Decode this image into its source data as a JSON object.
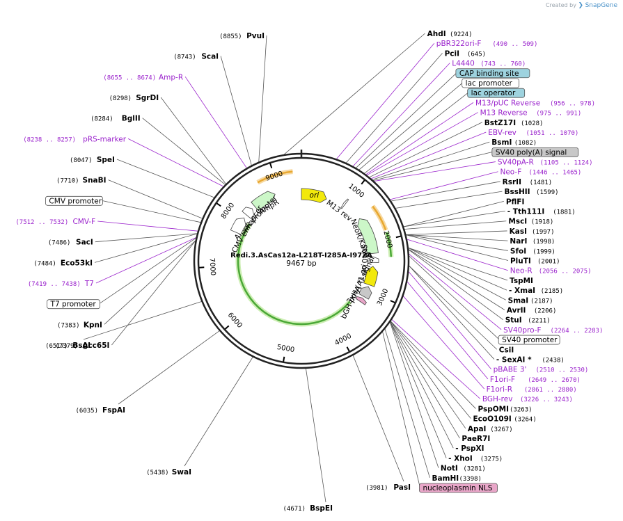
{
  "app": {
    "created_by": "Created by",
    "brand": "SnapGene"
  },
  "plasmid": {
    "name": "Redi.3.AsCas12a-L218T-I285A-I972A",
    "size_label": "9467 bp",
    "length": 9467
  },
  "colors": {
    "backbone": "#222222",
    "enzyme_line": "#555555",
    "primer": "#9a22cc",
    "feature_green": "#4aa836",
    "origin": "#f2e90c",
    "promoter_fill": "#ffffff",
    "marker_fill": "#ccf7c8",
    "orange": "#e8a830",
    "cyan_box": "#9ed3df",
    "pink_box": "#e8a6c8",
    "gray_box": "#c8c8c8"
  },
  "ticks": [
    {
      "label": "1000",
      "pos": 1000
    },
    {
      "label": "2000",
      "pos": 2000
    },
    {
      "label": "3000",
      "pos": 3000
    },
    {
      "label": "4000",
      "pos": 4000
    },
    {
      "label": "5000",
      "pos": 5000
    },
    {
      "label": "6000",
      "pos": 6000
    },
    {
      "label": "7000",
      "pos": 7000
    },
    {
      "label": "8000",
      "pos": 8000
    },
    {
      "label": "9000",
      "pos": 9000
    }
  ],
  "labels": [
    {
      "name": "AhdI",
      "pos": "(9224)",
      "type": "enzyme",
      "bp": 9224
    },
    {
      "name": "PvuI",
      "pos": "(8855)",
      "type": "enzyme",
      "bp": 8855
    },
    {
      "name": "ScaI",
      "pos": "(8743)",
      "type": "enzyme",
      "bp": 8743
    },
    {
      "name": "Amp-R",
      "pos": "(8655 .. 8674)",
      "type": "primer",
      "bp": 8665
    },
    {
      "name": "SgrDI",
      "pos": "(8298)",
      "type": "enzyme",
      "bp": 8298
    },
    {
      "name": "BglII",
      "pos": "(8284)",
      "type": "enzyme",
      "bp": 8284
    },
    {
      "name": "pRS-marker",
      "pos": "(8238 .. 8257)",
      "type": "primer",
      "bp": 8248
    },
    {
      "name": "SpeI",
      "pos": "(8047)",
      "type": "enzyme",
      "bp": 8047
    },
    {
      "name": "SnaBI",
      "pos": "(7710)",
      "type": "enzyme",
      "bp": 7710
    },
    {
      "name": "CMV promoter",
      "pos": "",
      "type": "feature",
      "bp": 7650,
      "box": "white"
    },
    {
      "name": "CMV-F",
      "pos": "(7512 .. 7532)",
      "type": "primer",
      "bp": 7522
    },
    {
      "name": "SacI",
      "pos": "(7486)",
      "type": "enzyme",
      "bp": 7486
    },
    {
      "name": "Eco53kI",
      "pos": "(7484)",
      "type": "enzyme",
      "bp": 7484
    },
    {
      "name": "T7",
      "pos": "(7419 .. 7438)",
      "type": "primer",
      "bp": 7428
    },
    {
      "name": "T7 promoter",
      "pos": "",
      "type": "feature",
      "bp": 7420,
      "box": "white"
    },
    {
      "name": "KpnI",
      "pos": "(7383)",
      "type": "enzyme",
      "bp": 7383
    },
    {
      "name": "Acc65I",
      "pos": "(7379)",
      "type": "enzyme",
      "bp": 7379
    },
    {
      "name": "BsgI",
      "pos": "(6517)",
      "type": "enzyme",
      "bp": 6517
    },
    {
      "name": "FspAI",
      "pos": "(6035)",
      "type": "enzyme",
      "bp": 6035
    },
    {
      "name": "SwaI",
      "pos": "(5438)",
      "type": "enzyme",
      "bp": 5438
    },
    {
      "name": "BspEI",
      "pos": "(4671)",
      "type": "enzyme",
      "bp": 4671
    },
    {
      "name": "pBR322ori-F",
      "pos": "(490 .. 509)",
      "type": "primer",
      "bp": 500
    },
    {
      "name": "PciI",
      "pos": "(645)",
      "type": "enzyme",
      "bp": 645
    },
    {
      "name": "L4440",
      "pos": "(743 .. 760)",
      "type": "primer",
      "bp": 752
    },
    {
      "name": "CAP binding site",
      "pos": "",
      "type": "feature",
      "bp": 800,
      "box": "cyan"
    },
    {
      "name": "lac promoter",
      "pos": "",
      "type": "feature",
      "bp": 850,
      "box": "white"
    },
    {
      "name": "M13/pUC Reverse",
      "pos": "(956 .. 978)",
      "type": "primer",
      "bp": 967
    },
    {
      "name": "lac operator",
      "pos": "",
      "type": "feature",
      "bp": 940,
      "box": "cyan"
    },
    {
      "name": "M13 Reverse",
      "pos": "(975 .. 991)",
      "type": "primer",
      "bp": 983
    },
    {
      "name": "BstZ17I",
      "pos": "(1028)",
      "type": "enzyme",
      "bp": 1028
    },
    {
      "name": "EBV-rev",
      "pos": "(1051 .. 1070)",
      "type": "primer",
      "bp": 1060
    },
    {
      "name": "BsmI",
      "pos": "(1082)",
      "type": "enzyme",
      "bp": 1082
    },
    {
      "name": "SV40 poly(A) signal",
      "pos": "",
      "type": "feature",
      "bp": 1100,
      "box": "gray"
    },
    {
      "name": "SV40pA-R",
      "pos": "(1105 .. 1124)",
      "type": "primer",
      "bp": 1115
    },
    {
      "name": "Neo-F",
      "pos": "(1446 .. 1465)",
      "type": "primer",
      "bp": 1455
    },
    {
      "name": "RsrII",
      "pos": "(1481)",
      "type": "enzyme",
      "bp": 1481
    },
    {
      "name": "BssHII",
      "pos": "(1599)",
      "type": "enzyme",
      "bp": 1599
    },
    {
      "name": "PflFI",
      "pos": "",
      "type": "enzyme",
      "bp": 1881
    },
    {
      "name": "- Tth111I",
      "pos": "(1881)",
      "type": "enzyme",
      "bp": 1881
    },
    {
      "name": "MscI",
      "pos": "(1918)",
      "type": "enzyme",
      "bp": 1918
    },
    {
      "name": "KasI",
      "pos": "(1997)",
      "type": "enzyme",
      "bp": 1997
    },
    {
      "name": "NarI",
      "pos": "(1998)",
      "type": "enzyme",
      "bp": 1998
    },
    {
      "name": "SfoI",
      "pos": "(1999)",
      "type": "enzyme",
      "bp": 1999
    },
    {
      "name": "PluTI",
      "pos": "(2001)",
      "type": "enzyme",
      "bp": 2001
    },
    {
      "name": "Neo-R",
      "pos": "(2056 .. 2075)",
      "type": "primer",
      "bp": 2065
    },
    {
      "name": "TspMI",
      "pos": "",
      "type": "enzyme",
      "bp": 2185
    },
    {
      "name": "- XmaI",
      "pos": "(2185)",
      "type": "enzyme",
      "bp": 2185
    },
    {
      "name": "SmaI",
      "pos": "(2187)",
      "type": "enzyme",
      "bp": 2187
    },
    {
      "name": "AvrII",
      "pos": "(2206)",
      "type": "enzyme",
      "bp": 2206
    },
    {
      "name": "StuI",
      "pos": "(2211)",
      "type": "enzyme",
      "bp": 2211
    },
    {
      "name": "SV40pro-F",
      "pos": "(2264 .. 2283)",
      "type": "primer",
      "bp": 2273
    },
    {
      "name": "SV40 promoter",
      "pos": "",
      "type": "feature",
      "bp": 2300,
      "box": "white"
    },
    {
      "name": "CsiI",
      "pos": "",
      "type": "enzyme",
      "bp": 2438
    },
    {
      "name": "- SexAI *",
      "pos": "(2438)",
      "type": "enzyme",
      "bp": 2438
    },
    {
      "name": "pBABE 3'",
      "pos": "(2510 .. 2530)",
      "type": "primer",
      "bp": 2520
    },
    {
      "name": "F1ori-F",
      "pos": "(2649 .. 2670)",
      "type": "primer",
      "bp": 2660
    },
    {
      "name": "F1ori-R",
      "pos": "(2861 .. 2880)",
      "type": "primer",
      "bp": 2870
    },
    {
      "name": "BGH-rev",
      "pos": "(3226 .. 3243)",
      "type": "primer",
      "bp": 3235
    },
    {
      "name": "PspOMI",
      "pos": "(3263)",
      "type": "enzyme",
      "bp": 3263
    },
    {
      "name": "EcoO109I",
      "pos": "(3264)",
      "type": "enzyme",
      "bp": 3264
    },
    {
      "name": "ApaI",
      "pos": "(3267)",
      "type": "enzyme",
      "bp": 3267
    },
    {
      "name": "PaeR7I",
      "pos": "",
      "type": "enzyme",
      "bp": 3275
    },
    {
      "name": "- PspXI",
      "pos": "",
      "type": "enzyme",
      "bp": 3275
    },
    {
      "name": "- XhoI",
      "pos": "(3275)",
      "type": "enzyme",
      "bp": 3275
    },
    {
      "name": "NotI",
      "pos": "(3281)",
      "type": "enzyme",
      "bp": 3281
    },
    {
      "name": "BamHI",
      "pos": "(3398)",
      "type": "enzyme",
      "bp": 3398
    },
    {
      "name": "nucleoplasmin NLS",
      "pos": "",
      "type": "feature",
      "bp": 3450,
      "box": "pink"
    },
    {
      "name": "PasI",
      "pos": "(3981)",
      "type": "enzyme",
      "bp": 3981
    }
  ],
  "features": [
    {
      "name": "ori",
      "start": 9467,
      "end": 580,
      "type": "origin",
      "dir": 1
    },
    {
      "name": "M13 rev",
      "start": 950,
      "end": 990,
      "type": "primer_bind",
      "dir": -1
    },
    {
      "name": "NeoR/KanR",
      "start": 1420,
      "end": 2210,
      "type": "marker",
      "dir": -1
    },
    {
      "name": "SV40 ori",
      "start": 2280,
      "end": 2400,
      "type": "promoter",
      "dir": -1
    },
    {
      "name": "f1 ori",
      "start": 2480,
      "end": 2880,
      "type": "origin",
      "dir": -1
    },
    {
      "name": "bGH poly(A) signal",
      "start": 2920,
      "end": 3150,
      "type": "terminator",
      "dir": -1
    },
    {
      "name": "3xHA",
      "start": 3190,
      "end": 3280,
      "type": "tag",
      "dir": -1
    },
    {
      "name": "AmpR",
      "start": 8400,
      "end": 8900,
      "type": "marker",
      "dir": 1
    },
    {
      "name": "AmpR promoter",
      "start": 8150,
      "end": 8330,
      "type": "promoter",
      "dir": 1
    },
    {
      "name": "CMV enhancer",
      "start": 7720,
      "end": 8070,
      "type": "promoter",
      "dir": 1
    }
  ],
  "icons": {
    "ori": "yellow-arrow",
    "marker": "green-arrow",
    "promoter": "white-arrow",
    "terminator": "gray-box",
    "cas12a": "green-arc"
  }
}
